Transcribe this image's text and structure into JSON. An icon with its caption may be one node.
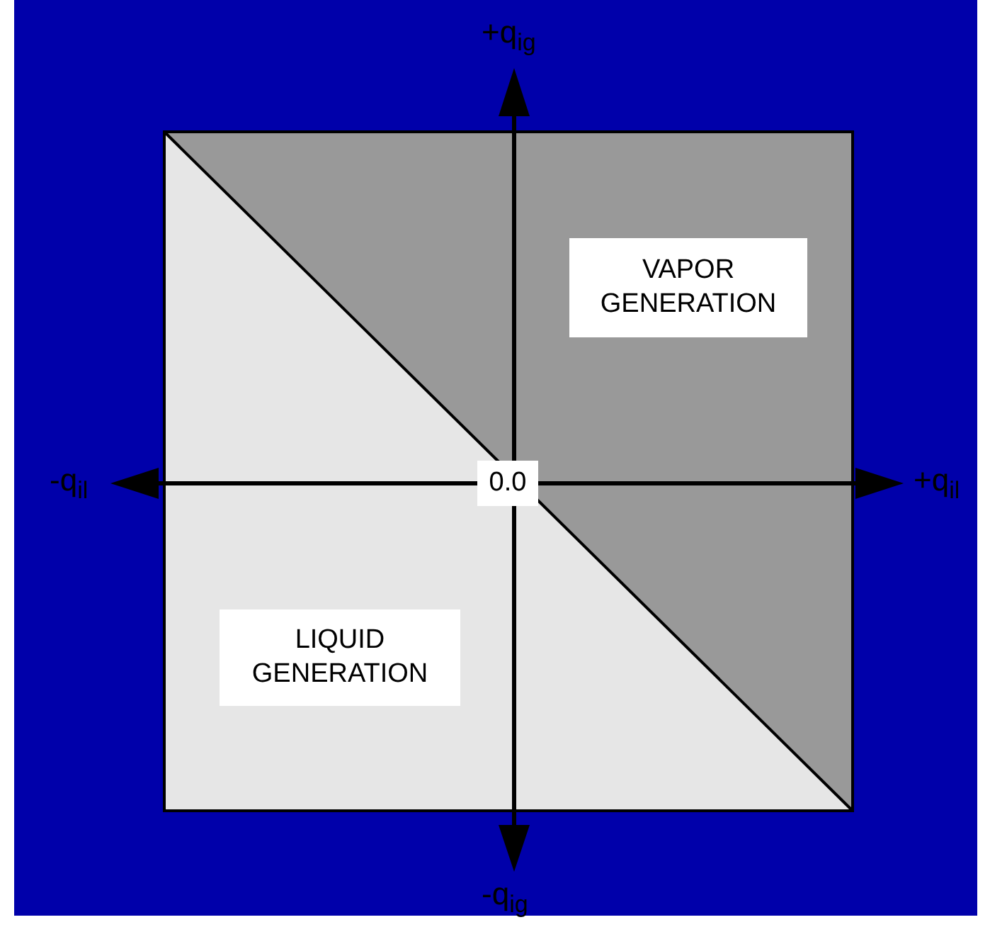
{
  "diagram": {
    "nodes": [
      {
        "text": [
          "VAPOR GENERATION"
        ]
      },
      {
        "text": [
          "LIQUID GENERATION"
        ]
      },
      {
        "text": [
          "0.0"
        ]
      }
    ],
    "labels": [
      "+q$_{ig}$",
      "-q$_{il}$",
      "+q$_{il}$",
      "-q$_{ig}$"
    ]
  }
}
